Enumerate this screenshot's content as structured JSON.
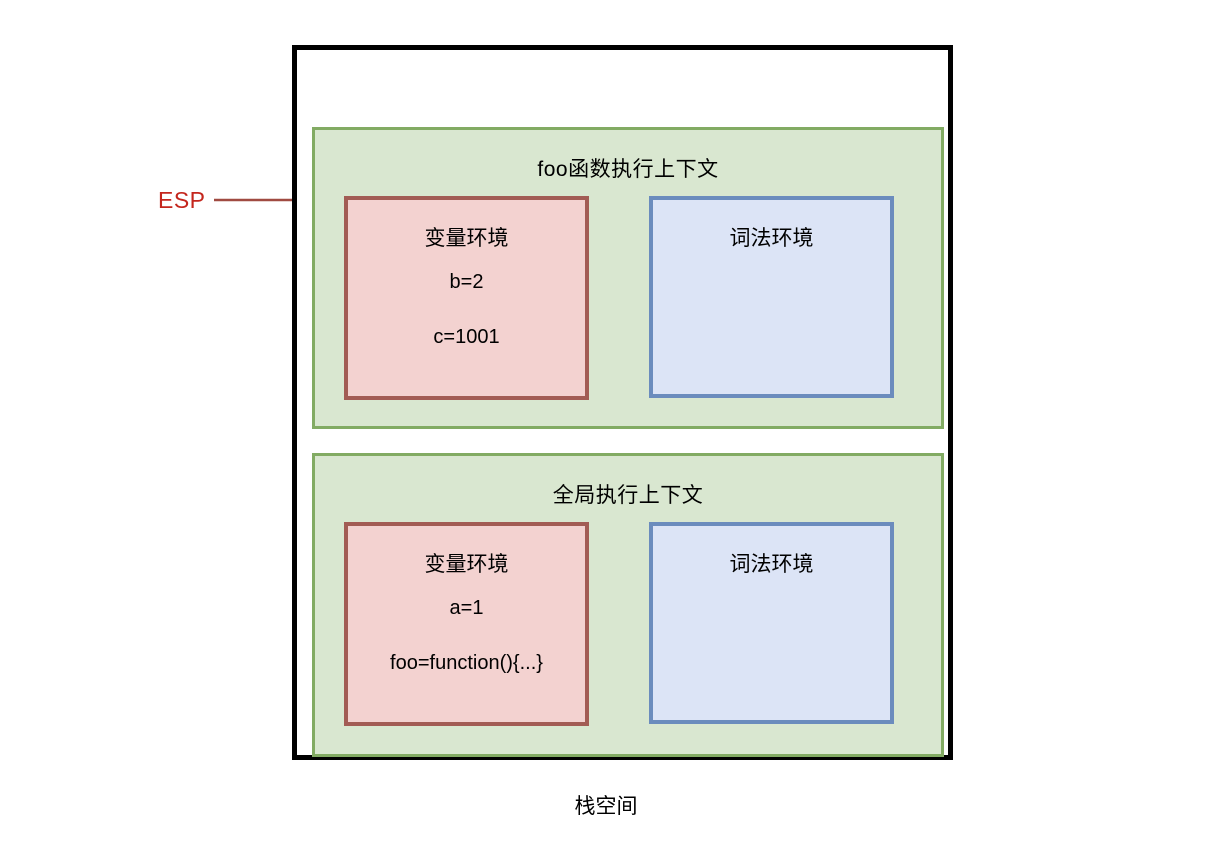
{
  "diagram": {
    "caption": "栈空间",
    "pointer": {
      "label": "ESP",
      "color": "#c4261d"
    },
    "stack": {
      "border_color": "#000000",
      "contexts": [
        {
          "title": "foo函数执行上下文",
          "fill": "#d9e7d0",
          "border": "#82ab63",
          "variable_environment": {
            "title": "变量环境",
            "fill": "#f3d2d0",
            "border": "#a25c54",
            "entries": [
              "b=2",
              "c=1001"
            ]
          },
          "lexical_environment": {
            "title": "词法环境",
            "fill": "#dce4f6",
            "border": "#6b8cbd",
            "entries": []
          }
        },
        {
          "title": "全局执行上下文",
          "fill": "#d9e7d0",
          "border": "#82ab63",
          "variable_environment": {
            "title": "变量环境",
            "fill": "#f3d2d0",
            "border": "#a25c54",
            "entries": [
              "a=1",
              "foo=function(){...}"
            ]
          },
          "lexical_environment": {
            "title": "词法环境",
            "fill": "#dce4f6",
            "border": "#6b8cbd",
            "entries": []
          }
        }
      ]
    }
  }
}
